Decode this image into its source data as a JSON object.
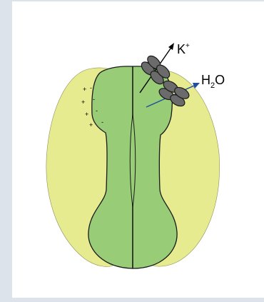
{
  "labels": {
    "potassium_base": "K",
    "potassium_charge": "+",
    "water_h": "H",
    "water_sub": "2",
    "water_o": "O"
  },
  "charges": {
    "plus": "+",
    "minus": "-"
  },
  "colors": {
    "subsidiary_cell_fill": "#e6eb8f",
    "guard_cell_fill": "#98cc76",
    "outline": "#1a1a1a",
    "channel_fill": "#6b6b6b",
    "potassium_arrow": "#000000",
    "water_arrow": "#1f4f9e",
    "frame": "#dde3ea"
  }
}
